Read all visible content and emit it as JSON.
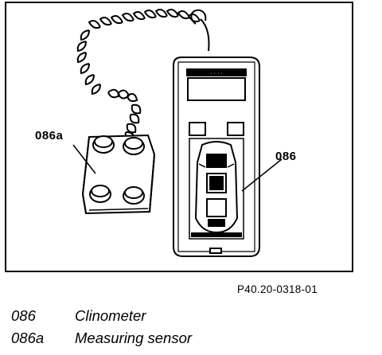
{
  "figure": {
    "callouts": {
      "clinometer": "086",
      "sensor": "086a"
    },
    "figure_id": "P40.20-0318-01"
  },
  "legend": [
    {
      "code": "086",
      "description": "Clinometer"
    },
    {
      "code": "086a",
      "description": "Measuring sensor"
    }
  ]
}
